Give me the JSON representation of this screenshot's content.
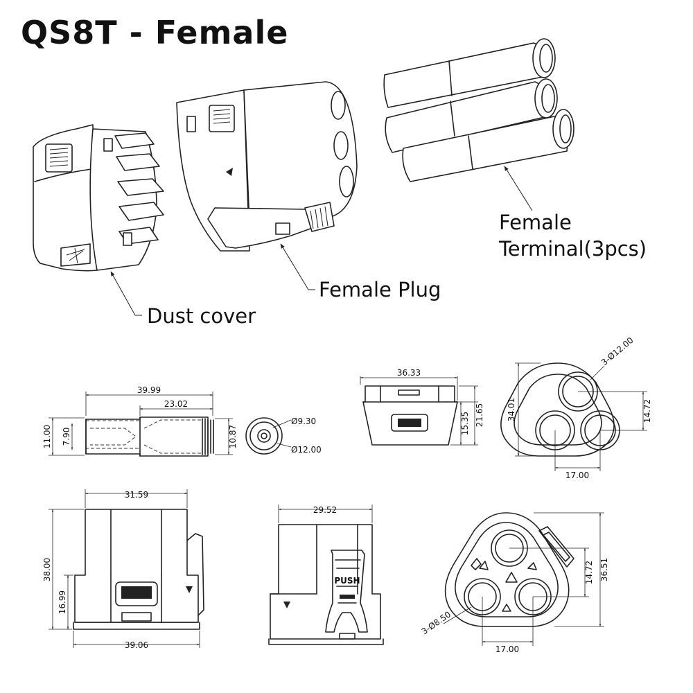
{
  "title": "QS8T - Female",
  "callouts": {
    "dust_cover": "Dust cover",
    "female_plug": "Female Plug",
    "female_terminal_line1": "Female",
    "female_terminal_line2": "Terminal(3pcs)"
  },
  "dimensions": {
    "terminal_length": "39.99",
    "terminal_barrel": "23.02",
    "terminal_od_large": "11.00",
    "terminal_od_small": "7.90",
    "terminal_od_right": "10.87",
    "terminal_inner_dia": "Ø9.30",
    "terminal_outer_dia": "Ø12.00",
    "cover_width": "36.33",
    "cover_height_a": "15.35",
    "cover_height_b": "21.65",
    "cover_face_height": "34.01",
    "cover_hole_dia": "3-Ø12.00",
    "cover_hole_pitch": "14.72",
    "cover_hole_span": "17.00",
    "plug_top_width": "31.59",
    "plug_height": "38.00",
    "plug_lower_height": "16.99",
    "plug_base_width": "39.06",
    "plug_side_width": "29.52",
    "plug_face_height": "36.51",
    "plug_hole_pitch": "14.72",
    "plug_hole_dia": "3-Ø8.50",
    "plug_hole_span": "17.00",
    "push_label": "PUSH"
  }
}
